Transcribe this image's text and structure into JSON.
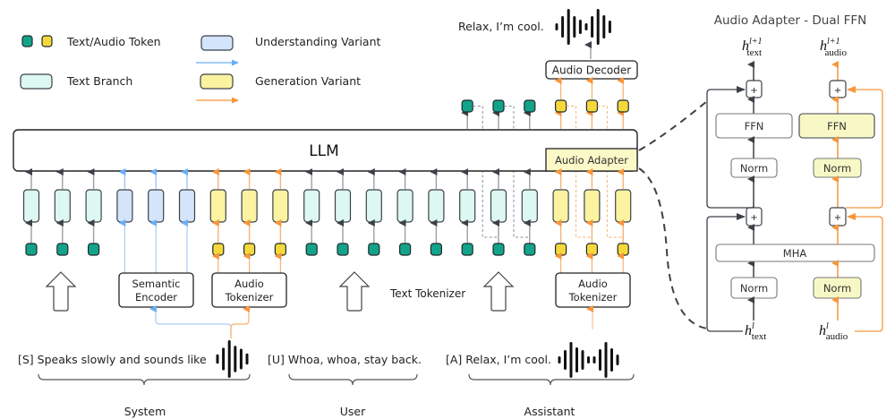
{
  "colors": {
    "text_token": "#13a38a",
    "audio_token": "#f5d83c",
    "text_branch": "#ddf7f1",
    "understanding_variant": "#d3e4fb",
    "generation_variant": "#fbf3a0",
    "understanding_arrow": "#6aaef6",
    "generation_arrow": "#f7963a",
    "dark": "#3c4148",
    "adapter_fill": "#fbf9c8"
  },
  "legend": {
    "token_label": "Text/Audio Token",
    "text_branch_label": "Text Branch",
    "understanding_label": "Understanding Variant",
    "generation_label": "Generation Variant"
  },
  "llm": {
    "label": "LLM",
    "adapter_label": "Audio Adapter"
  },
  "decoder": {
    "label": "Audio Decoder",
    "output_text": "Relax, I’m cool."
  },
  "columns": [
    {
      "branch": "text",
      "token": "text"
    },
    {
      "branch": "text",
      "token": "text"
    },
    {
      "branch": "text",
      "token": "text"
    },
    {
      "branch": "understanding",
      "token": "none"
    },
    {
      "branch": "understanding",
      "token": "none"
    },
    {
      "branch": "understanding",
      "token": "none"
    },
    {
      "branch": "generation",
      "token": "audio"
    },
    {
      "branch": "generation",
      "token": "audio"
    },
    {
      "branch": "generation",
      "token": "audio"
    },
    {
      "branch": "text",
      "token": "text"
    },
    {
      "branch": "text",
      "token": "text"
    },
    {
      "branch": "text",
      "token": "text"
    },
    {
      "branch": "text",
      "token": "text"
    },
    {
      "branch": "text",
      "token": "text"
    },
    {
      "branch": "text",
      "token": "text"
    },
    {
      "branch": "text",
      "token": "text",
      "feedback": true
    },
    {
      "branch": "text",
      "token": "text",
      "feedback": true
    },
    {
      "branch": "generation",
      "token": "audio",
      "feedback": true
    },
    {
      "branch": "generation",
      "token": "audio",
      "feedback": true
    },
    {
      "branch": "generation",
      "token": "audio",
      "feedback": true
    }
  ],
  "outputs": [
    {
      "token": "text"
    },
    {
      "token": "text"
    },
    {
      "token": "text"
    },
    {
      "token": "audio"
    },
    {
      "token": "audio"
    },
    {
      "token": "audio"
    }
  ],
  "encoders": {
    "semantic_encoder": [
      "Semantic",
      "Encoder"
    ],
    "audio_tokenizer_system": [
      "Audio",
      "Tokenizer"
    ],
    "audio_tokenizer_assistant": [
      "Audio",
      "Tokenizer"
    ],
    "text_tokenizer": "Text Tokenizer"
  },
  "inputs": {
    "system_text": "[S] Speaks slowly and sounds like",
    "user_text": "[U] Whoa, whoa, stay back.",
    "assistant_text": "[A] Relax, I’m cool."
  },
  "segments": {
    "system": "System",
    "user": "User",
    "assistant": "Assistant"
  },
  "adapter_panel": {
    "title": "Audio Adapter - Dual FFN",
    "ffn_label": "FFN",
    "norm_label": "Norm",
    "mha_label": "MHA",
    "plus_label": "+",
    "h_symbol": "h",
    "out_sup": "l+1",
    "in_sup": "l",
    "text_sub": "text",
    "audio_sub": "audio"
  },
  "waveforms": {
    "system": [
      0.25,
      0.6,
      1.0,
      0.7,
      0.55,
      0.3
    ],
    "assistant": [
      0.2,
      0.55,
      1.0,
      0.7,
      0.55,
      0.2,
      0.2,
      0.6,
      1.0,
      0.65,
      0.3
    ],
    "output": [
      0.2,
      0.6,
      1.0,
      0.6,
      0.4,
      0.2,
      0.6,
      1.0,
      0.65,
      0.35
    ]
  }
}
